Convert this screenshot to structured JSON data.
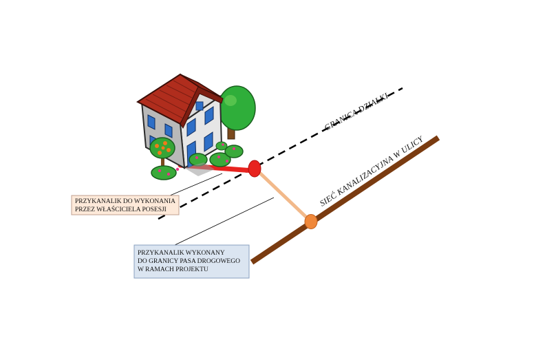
{
  "labels": {
    "property_line": "GRANICA DZIAŁKI",
    "street_sewer": "SIEĆ KANALIZACYJNA W ULICY"
  },
  "callout_owner": {
    "lines": [
      "PRZYKANALIK DO WYKONANIA",
      "PRZEZ WŁAŚCICIELA POSESJI"
    ],
    "fill": "#fde9d9",
    "border": "#c0a090"
  },
  "callout_project": {
    "lines": [
      "PRZYKANALIK WYKONANY",
      "DO GRANICY PASA DROGOWEGO",
      "W RAMACH PROJEKTU"
    ],
    "fill": "#dbe5f1",
    "border": "#8aa0bf"
  },
  "colors": {
    "sewer_main": "#7a3b10",
    "owner_lateral": "#e8231f",
    "project_lateral": "#f2b98a",
    "junction": "#f0883a"
  },
  "icons": [
    "house-icon",
    "tree-icon",
    "bush-icon",
    "fruit-tree-icon"
  ]
}
